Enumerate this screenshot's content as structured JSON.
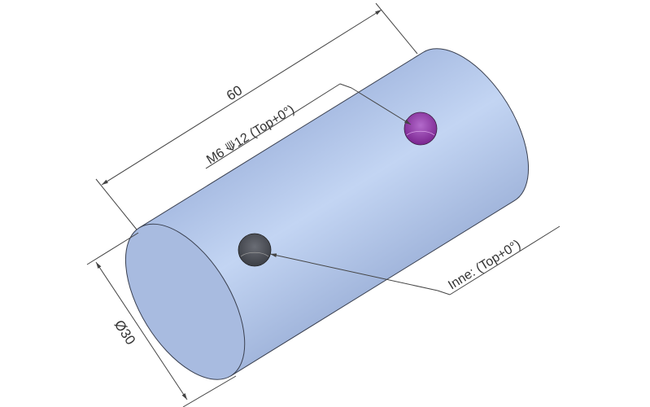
{
  "dimensions": {
    "length": "60",
    "diameter": "Ø30"
  },
  "annotations": {
    "threaded_hole": "M6 ⟱12 (Top+0°)",
    "inner_hole": "Inne: (Top+0°)"
  },
  "colors": {
    "body": "#b7cbec",
    "body_edge": "#3a4050",
    "end_face": "#a6b9de",
    "threaded_hole": "#8a2fa0",
    "inner_hole": "#4a4d55",
    "dim_line": "#444444"
  }
}
